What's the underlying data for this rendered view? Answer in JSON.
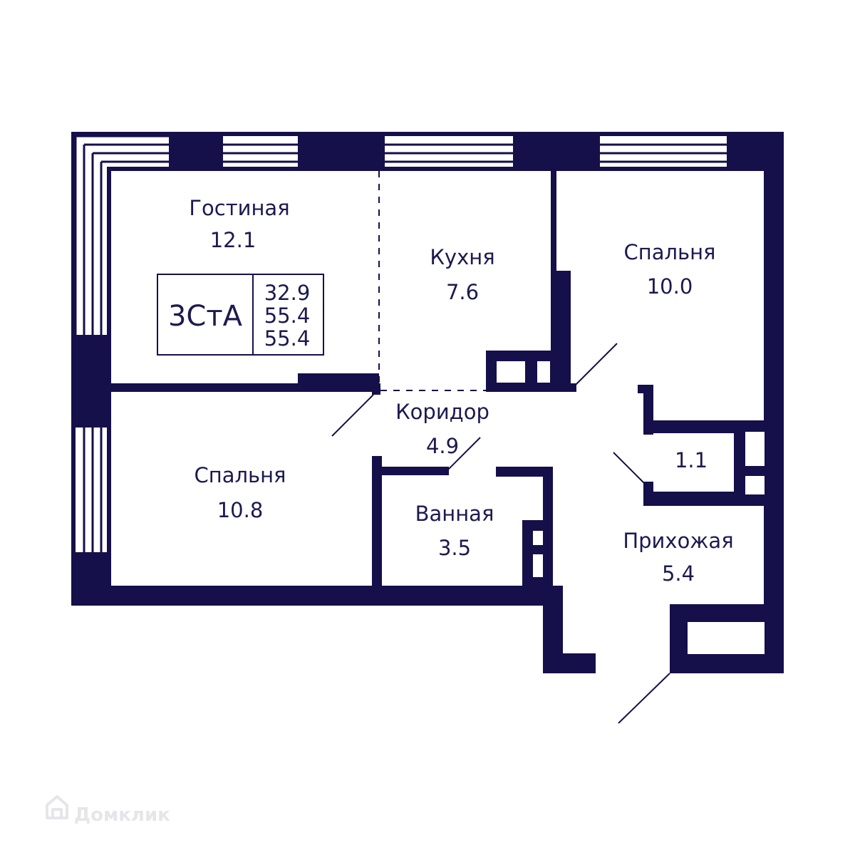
{
  "plan": {
    "type_code": "3СтА",
    "areas": [
      "32.9",
      "55.4",
      "55.4"
    ],
    "rooms": {
      "living": {
        "name": "Гостиная",
        "area": "12.1"
      },
      "kitchen": {
        "name": "Кухня",
        "area": "7.6"
      },
      "bedroom_right": {
        "name": "Спальня",
        "area": "10.0"
      },
      "bedroom_left": {
        "name": "Спальня",
        "area": "10.8"
      },
      "corridor": {
        "name": "Коридор",
        "area": "4.9"
      },
      "bathroom": {
        "name": "Ванная",
        "area": "3.5"
      },
      "closet": {
        "name": "",
        "area": "1.1"
      },
      "hall": {
        "name": "Прихожая",
        "area": "5.4"
      }
    },
    "colors": {
      "wall": "#150f4a",
      "text": "#1d1a4f",
      "watermark": "#e6e6ea"
    }
  },
  "watermark": {
    "text": "Домклик",
    "icon": "house-icon"
  }
}
